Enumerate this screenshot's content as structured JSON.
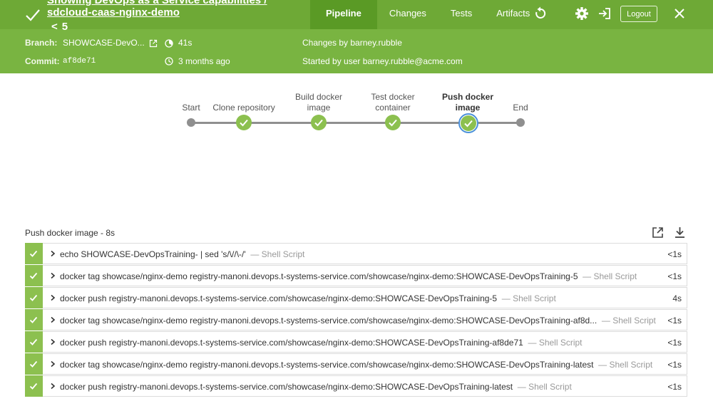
{
  "header": {
    "title_line1": "Showing DevOps as a Service capabilities /",
    "title_line2": "sdcloud-caas-nginx-demo",
    "run_number": "5",
    "tabs": [
      "Pipeline",
      "Changes",
      "Tests",
      "Artifacts"
    ],
    "logout_label": "Logout",
    "icons": {
      "status": "check-icon",
      "back": "chevron-left-icon",
      "rerun": "replay-icon",
      "settings": "gear-icon",
      "exit": "sign-out-icon",
      "close": "close-icon"
    },
    "colors": {
      "header": "#79b441",
      "header_top": "#6ea936",
      "active_tab": "#5a9a25"
    }
  },
  "meta": {
    "branch_label": "Branch:",
    "branch_value": "SHOWCASE-DevO...",
    "duration": "41s",
    "commit_label": "Commit:",
    "commit_value": "af8de71",
    "time_ago": "3 months ago",
    "changes_by": "Changes by barney.rubble",
    "started_by": "Started by user barney.rubble@acme.com"
  },
  "pipeline": {
    "stages": [
      {
        "label_lines": [
          "Start"
        ],
        "status": "none"
      },
      {
        "label_lines": [
          "Clone repository"
        ],
        "status": "success"
      },
      {
        "label_lines": [
          "Build docker",
          "image"
        ],
        "status": "success"
      },
      {
        "label_lines": [
          "Test docker",
          "container"
        ],
        "status": "success"
      },
      {
        "label_lines": [
          "Push docker",
          "image"
        ],
        "status": "success",
        "selected": true
      },
      {
        "label_lines": [
          "End"
        ],
        "status": "none"
      }
    ],
    "success_color": "#8cc04f",
    "selected_ring_color": "#4a90d9"
  },
  "steps_panel": {
    "title": "Push docker image - 8s",
    "icons": {
      "open": "open-external-icon",
      "download": "download-icon"
    },
    "steps": [
      {
        "text": "echo SHOWCASE-DevOpsTraining- | sed 's/\\//\\-/'",
        "type": "— Shell Script",
        "duration": "<1s"
      },
      {
        "text": "docker tag showcase/nginx-demo registry-manoni.devops.t-systems-service.com/showcase/nginx-demo:SHOWCASE-DevOpsTraining-5",
        "type": "— Shell Script",
        "duration": "<1s"
      },
      {
        "text": "docker push registry-manoni.devops.t-systems-service.com/showcase/nginx-demo:SHOWCASE-DevOpsTraining-5",
        "type": "— Shell Script",
        "duration": "4s"
      },
      {
        "text": "docker tag showcase/nginx-demo registry-manoni.devops.t-systems-service.com/showcase/nginx-demo:SHOWCASE-DevOpsTraining-af8d...",
        "type": "— Shell Script",
        "duration": "<1s"
      },
      {
        "text": "docker push registry-manoni.devops.t-systems-service.com/showcase/nginx-demo:SHOWCASE-DevOpsTraining-af8de71",
        "type": "— Shell Script",
        "duration": "<1s"
      },
      {
        "text": "docker tag showcase/nginx-demo registry-manoni.devops.t-systems-service.com/showcase/nginx-demo:SHOWCASE-DevOpsTraining-latest",
        "type": "— Shell Script",
        "duration": "<1s"
      },
      {
        "text": "docker push registry-manoni.devops.t-systems-service.com/showcase/nginx-demo:SHOWCASE-DevOpsTraining-latest",
        "type": "— Shell Script",
        "duration": "<1s"
      }
    ]
  }
}
